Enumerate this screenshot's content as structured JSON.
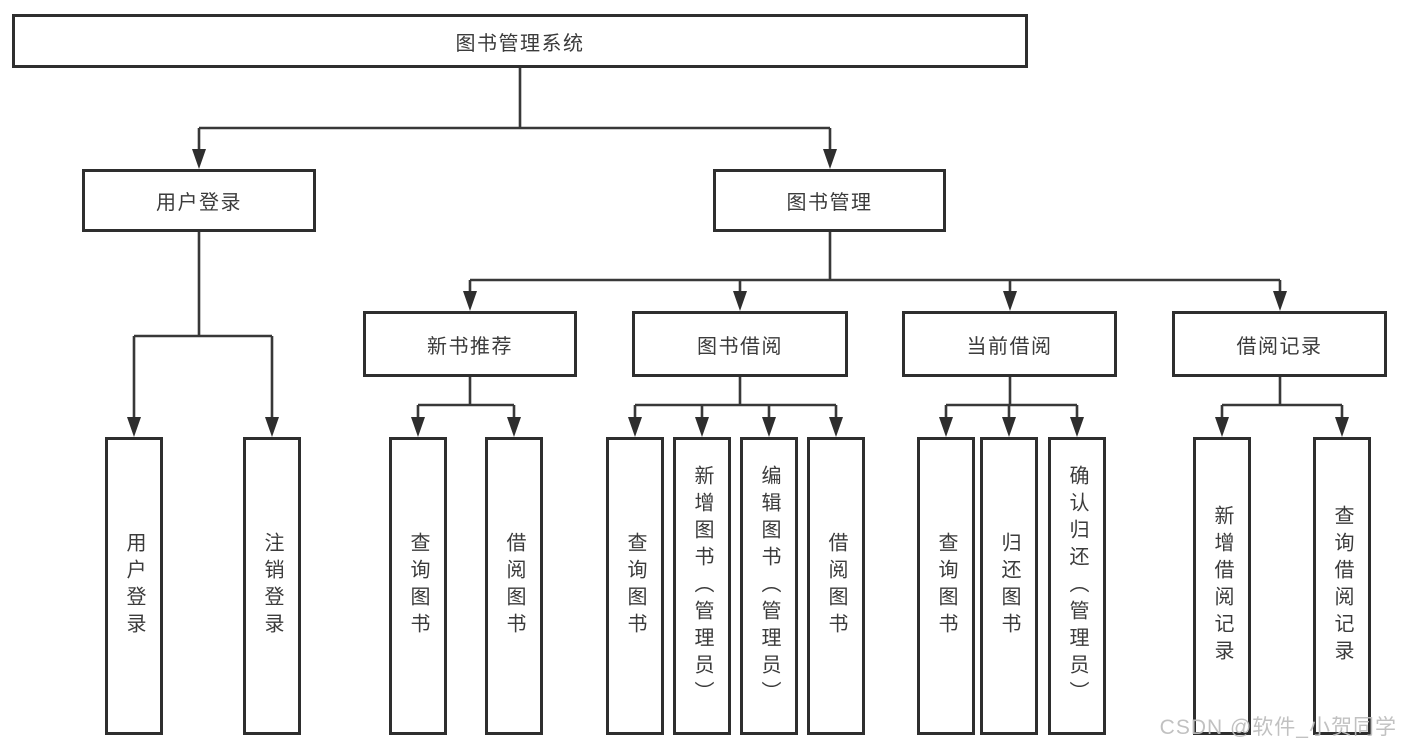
{
  "tree": {
    "label": "图书管理系统",
    "children": [
      {
        "label": "用户登录",
        "children": [
          {
            "label": "用户登录"
          },
          {
            "label": "注销登录"
          }
        ]
      },
      {
        "label": "图书管理",
        "children": [
          {
            "label": "新书推荐",
            "children": [
              {
                "label": "查询图书"
              },
              {
                "label": "借阅图书"
              }
            ]
          },
          {
            "label": "图书借阅",
            "children": [
              {
                "label": "查询图书"
              },
              {
                "label": "新增图书（管理员）"
              },
              {
                "label": "编辑图书（管理员）"
              },
              {
                "label": "借阅图书"
              }
            ]
          },
          {
            "label": "当前借阅",
            "children": [
              {
                "label": "查询图书"
              },
              {
                "label": "归还图书"
              },
              {
                "label": "确认归还（管理员）"
              }
            ]
          },
          {
            "label": "借阅记录",
            "children": [
              {
                "label": "新增借阅记录"
              },
              {
                "label": "查询借阅记录"
              }
            ]
          }
        ]
      }
    ]
  },
  "watermark": {
    "text": "CSDN @软件_小贺同学"
  },
  "colors": {
    "background": "#ffffff",
    "line": "#383838",
    "box_border": "#2e2e2e",
    "text": "#3b3b3b",
    "watermark": "#bebebe"
  }
}
